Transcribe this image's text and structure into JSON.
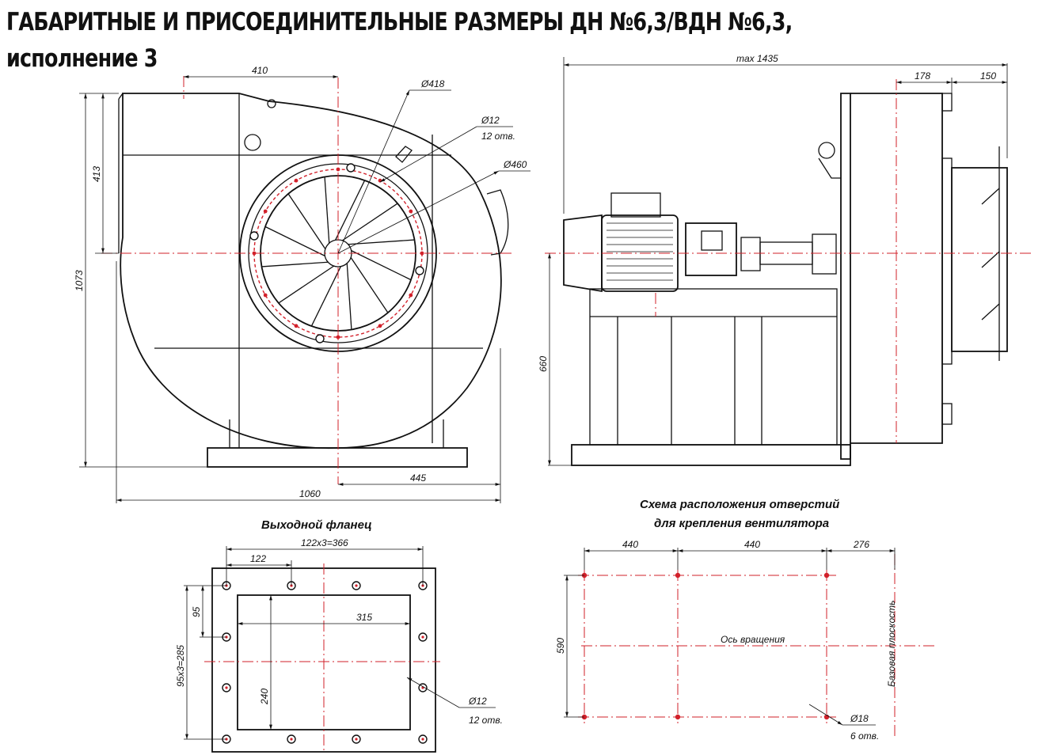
{
  "title": {
    "line1": "ГАБАРИТНЫЕ И ПРИСОЕДИНИТЕЛЬНЫЕ РАЗМЕРЫ ДН №6,3/ВДН №6,3,",
    "line2": "исполнение 3"
  },
  "front_view": {
    "dim_410": "410",
    "dim_413": "413",
    "dim_1073": "1073",
    "dim_445": "445",
    "dim_1060": "1060",
    "dim_d418": "Ø418",
    "dim_d12": "Ø12",
    "holes_12": "12 отв.",
    "dim_d460": "Ø460"
  },
  "side_view": {
    "dim_max1435": "max 1435",
    "dim_178": "178",
    "dim_150": "150",
    "dim_660": "660"
  },
  "outlet_flange": {
    "caption": "Выходной фланец",
    "dim_122x3": "122x3=366",
    "dim_122": "122",
    "dim_95": "95",
    "dim_95x3": "95x3=285",
    "dim_315": "315",
    "dim_240": "240",
    "dim_d12": "Ø12",
    "holes_12": "12 отв."
  },
  "mounting_scheme": {
    "caption_line1": "Схема расположения отверстий",
    "caption_line2": "для крепления вентилятора",
    "dim_440a": "440",
    "dim_440b": "440",
    "dim_276": "276",
    "dim_590": "590",
    "axis_label": "Ось вращения",
    "base_plane": "Базовая плоскость",
    "dim_d18": "Ø18",
    "holes_6": "6 отв."
  },
  "colors": {
    "centerline": "#d2202a",
    "line": "#111111"
  }
}
